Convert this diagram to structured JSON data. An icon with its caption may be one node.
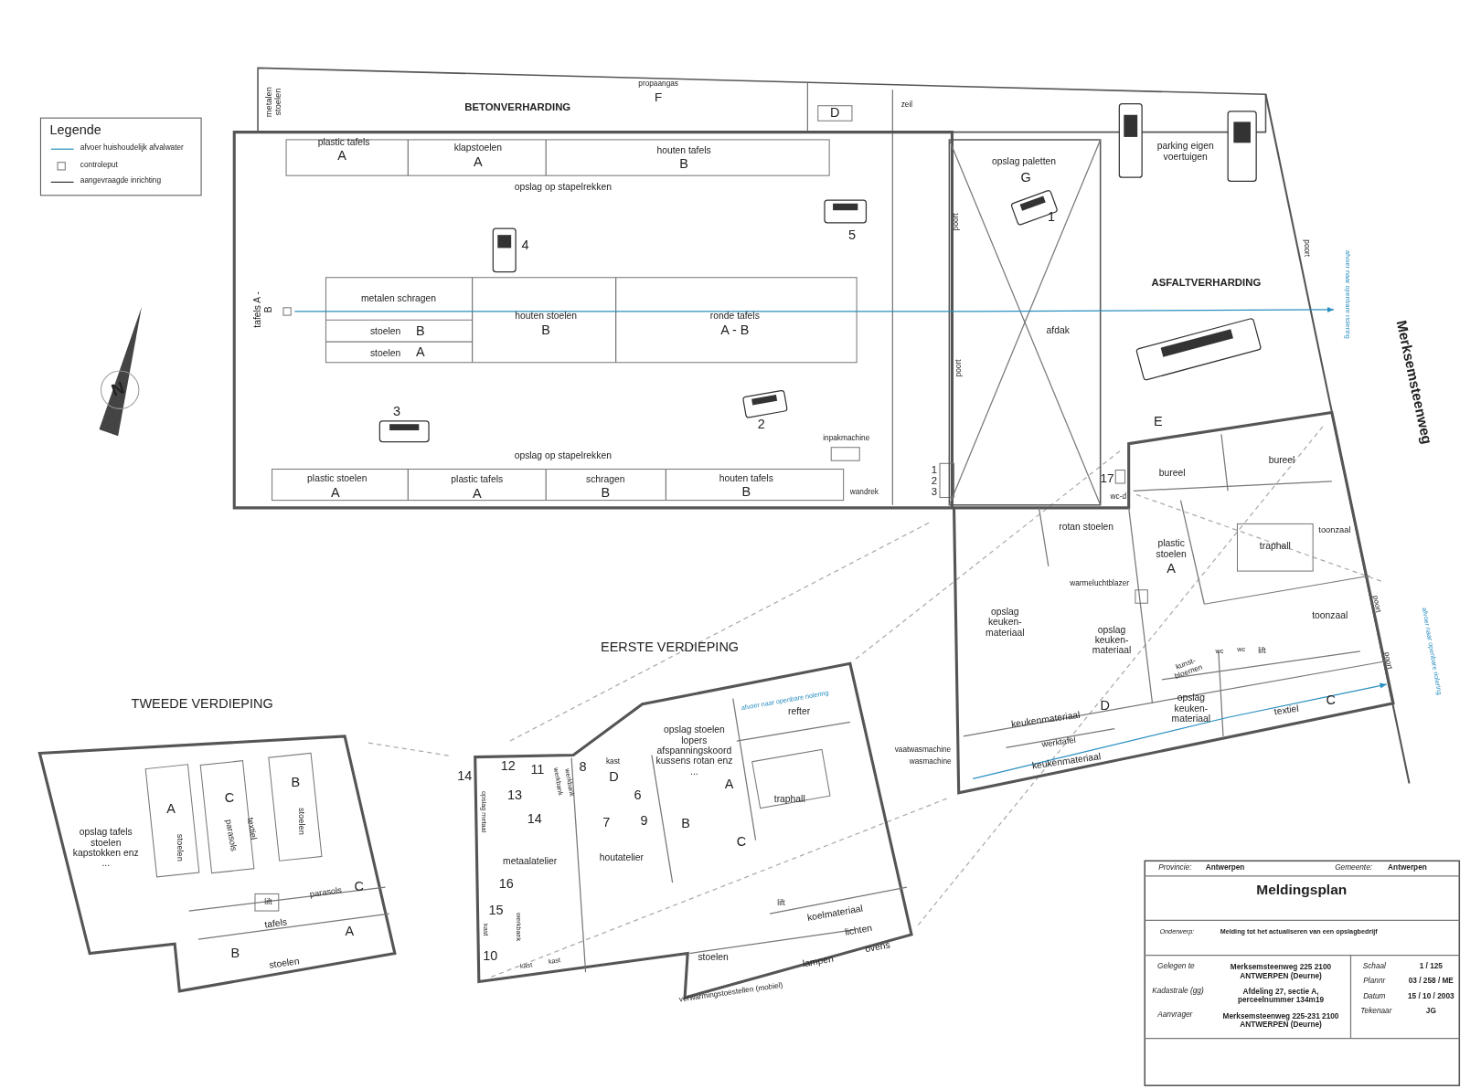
{
  "diagram": {
    "title": "Meldingsplan",
    "labels": [
      "Legende",
      "metalen stoelen",
      "BETONVERHARDING",
      "propaangas",
      "F",
      "D",
      "zeil",
      "plastic tafels",
      "A",
      "klapstoelen",
      "A",
      "houten tafels",
      "B",
      "opslag op stapelrekken",
      "4",
      "5",
      "tafels A - B",
      "metalen schragen",
      "stoelen",
      "B",
      "stoelen",
      "A",
      "houten stoelen",
      "B",
      "ronde tafels",
      "A - B",
      "3",
      "2",
      "inpakmachine",
      "opslag op stapelrekken",
      "plastic stoelen",
      "A",
      "plastic tafels",
      "A",
      "schragen",
      "B",
      "houten tafels",
      "B",
      "wandrek",
      "1",
      "2",
      "3",
      "poort",
      "poort",
      "opslag paletten",
      "G",
      "1",
      "afdak",
      "parking eigen voertuigen",
      "ASFALTVERHARDING",
      "poort",
      "afvoer naar openbare riolering",
      "Merksemsteenweg",
      "E",
      "17",
      "wc-d",
      "bureel",
      "bureel",
      "rotan stoelen",
      "plastic stoelen",
      "A",
      "traphall",
      "toonzaal",
      "warmeluchtblazer",
      "opslag keuken-materiaal",
      "opslag keuken-materiaal",
      "toonzaal",
      "poort",
      "poort",
      "afvoer naar openbare riolering",
      "kunst-bloemen",
      "wc",
      "wc",
      "lift",
      "keukenmateriaal",
      "D",
      "opslag keuken-materiaal",
      "textiel",
      "C",
      "werktafel",
      "keukenmateriaal",
      "vaatwasmachine",
      "wasmachine",
      "EERSTE VERDIEPING",
      "TWEEDE VERDIEPING",
      "afvoer naar openbare riolering",
      "opslag stoelen lopers afspanningskoord kussens rotan enz ...",
      "refter",
      "A",
      "B",
      "C",
      "traphall",
      "14",
      "12",
      "11",
      "8",
      "kast",
      "D",
      "13",
      "6",
      "14",
      "7",
      "9",
      "opslag metaal",
      "werkbank",
      "werkbank",
      "metaalatelier",
      "houtatelier",
      "16",
      "15",
      "werkbank",
      "kast",
      "10",
      "kast",
      "kast",
      "lift",
      "koelmateriaal",
      "lichten",
      "lampen",
      "ovens",
      "stoelen",
      "verwarmingstoestellen (mobiel)",
      "opslag tafels stoelen kapstokken enz ...",
      "A",
      "stoelen",
      "C",
      "parasols",
      "textiel",
      "B",
      "stoelen",
      "lift",
      "parasols",
      "C",
      "tafels",
      "A",
      "B",
      "stoelen",
      "N",
      "Provincie:",
      "Antwerpen",
      "Gemeente:",
      "Antwerpen",
      "Onderwerp:",
      "Melding tot het actualiseren van een opslagbedrijf",
      "Gelegen te",
      "Merksemsteenweg 225 2100 ANTWERPEN (Deurne)",
      "Kadastrale (gg)",
      "Afdeling 27, sectie A, perceelnummer 134m19",
      "Aanvrager",
      "Merksemsteenweg 225-231 2100 ANTWERPEN (Deurne)",
      "Schaal",
      "1 / 125",
      "Plannr",
      "03 / 258 / ME",
      "Datum",
      "15 / 10 / 2003",
      "Tekenaar",
      "JG"
    ],
    "legend": [
      {
        "text": "afvoer huishoudelijk afvalwater"
      },
      {
        "text": "controleput"
      },
      {
        "text": "aangevraagde inrichting"
      }
    ]
  }
}
